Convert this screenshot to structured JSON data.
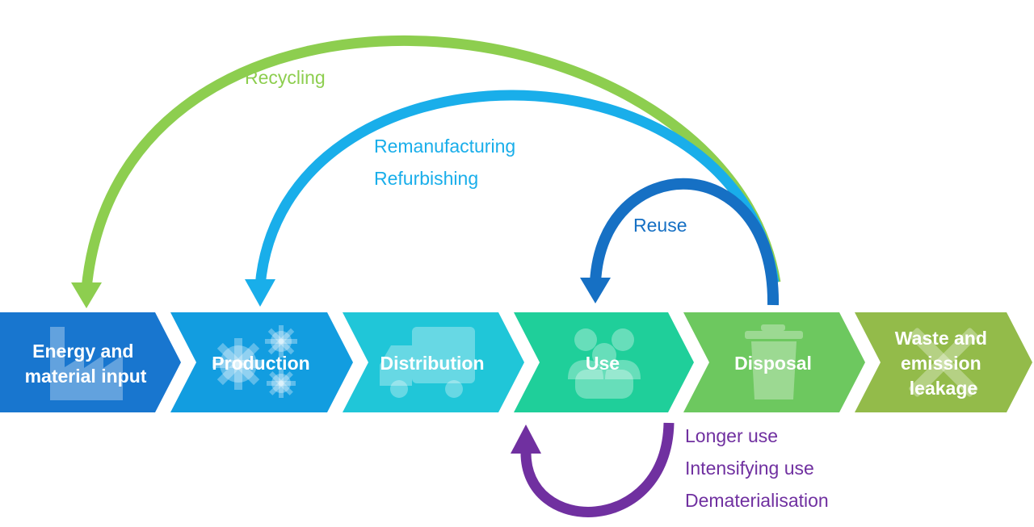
{
  "colors": {
    "stage_energy": "#1876cf",
    "stage_production": "#129de0",
    "stage_distribution": "#20c6d8",
    "stage_use": "#1fcf9a",
    "stage_disposal": "#6dc85f",
    "stage_waste": "#93bb4a",
    "recycling": "#8dce4f",
    "remanufacturing": "#19aeea",
    "reuse": "#1670c4",
    "use_loop": "#7030a0"
  },
  "stages": [
    {
      "lines": [
        "Energy and",
        "material input"
      ],
      "icon": "factory-icon"
    },
    {
      "lines": [
        "Production"
      ],
      "icon": "gears-icon"
    },
    {
      "lines": [
        "Distribution"
      ],
      "icon": "truck-icon"
    },
    {
      "lines": [
        "Use"
      ],
      "icon": "users-icon"
    },
    {
      "lines": [
        "Disposal"
      ],
      "icon": "trash-icon"
    },
    {
      "lines": [
        "Waste and",
        "emission",
        "leakage"
      ],
      "icon": "cross-icon"
    }
  ],
  "loops": {
    "recycling": "Recycling",
    "remanufacturing": "Remanufacturing",
    "refurbishing": "Refurbishing",
    "reuse": "Reuse",
    "use_strategies": [
      "Longer use",
      "Intensifying use",
      "Dematerialisation"
    ]
  }
}
